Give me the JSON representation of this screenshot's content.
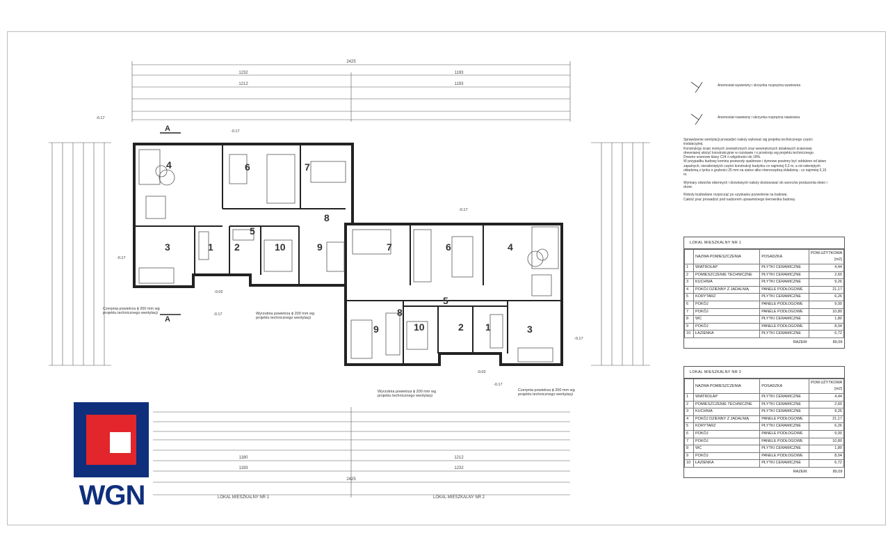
{
  "brand": {
    "logo_text": "WGN",
    "colors": {
      "navy": "#0f2f7c",
      "red": "#e2262b"
    }
  },
  "legend": [
    {
      "icon": "exhaust-anemostat-icon",
      "label": "Anemostat wywiewny i skrzynka rozprężna wywiewna"
    },
    {
      "icon": "supply-anemostat-icon",
      "label": "Anemostat nawiewny i skrzynka rozprężna nawiewna"
    }
  ],
  "notes": [
    "Sprawdzenie wentylacji prowadzić należy wykonać wg projektu technicznego części instalacyjnej.",
    "Konstrukcję ścian nośnych zewnętrznych oraz wewnętrznych działowych ścianowej drewnianej ułożyć konstrukcyjnie w rozstawie i o przekroju wg projektu technicznego.",
    "Drewno sosnowe klasy C24 o wilgotności do 18%.",
    "W przypadku budowy komina przewody spalinowe i dymowe powinny być oddalone od łatwo zapalnych, nieosłoniętych części konstrukcji budynku co najmniej 0,3 m, a od osłoniętych okładziną z tynku o grubości 25 mm na siatce albo równorzędną okładziną - co najmniej 0,15 m.",
    "Wymiary otworów okiennych i drzwiowych należy dostosować do wzorców producenta okien i drzwi.",
    "Roboty budowlane rozpocząć po uzyskaniu pozwolenia na budowę.",
    "Całość prac prowadzić pod nadzorem uprawnionego kierownika budowy."
  ],
  "tables": [
    {
      "title": "LOKAL MIESZKALNY NR 1",
      "headers": [
        "NAZWA POMIESZCZENIA",
        "POSADZKA",
        "POW.UŻYTKOWA [m2]"
      ],
      "rows": [
        [
          "1",
          "WIATROŁAP",
          "PŁYTKI CERAMICZNE",
          "4,44"
        ],
        [
          "2",
          "POMIESZCZENIE TECHNICZNE",
          "PŁYTKI CERAMICZNE",
          "2,60"
        ],
        [
          "3",
          "KUCHNIA",
          "PŁYTKI CERAMICZNE",
          "9,26"
        ],
        [
          "4",
          "POKÓJ DZIENNY Z JADALNIĄ",
          "PANELE PODŁOGOWE",
          "21,17"
        ],
        [
          "5",
          "KORYTARZ",
          "PŁYTKI CERAMICZNE",
          "6,26"
        ],
        [
          "6",
          "POKÓJ",
          "PANELE PODŁOGOWE",
          "9,00"
        ],
        [
          "7",
          "POKÓJ",
          "PANELE PODŁOGOWE",
          "10,80"
        ],
        [
          "8",
          "WC",
          "PŁYTKI CERAMICZNE",
          "1,80"
        ],
        [
          "9",
          "POKÓJ",
          "PANELE PODŁOGOWE",
          "8,04"
        ],
        [
          "10",
          "ŁAZIENKA",
          "PŁYTKI CERAMICZNE",
          "6,72"
        ]
      ],
      "total_label": "RAZEM:",
      "total_value": "80,09"
    },
    {
      "title": "LOKAL MIESZKALNY NR 2",
      "headers": [
        "NAZWA POMIESZCZENIA",
        "POSADZKA",
        "POW.UŻYTKOWA [m2]"
      ],
      "rows": [
        [
          "1",
          "WIATROŁAP",
          "PŁYTKI CERAMICZNE",
          "4,44"
        ],
        [
          "2",
          "POMIESZCZENIE TECHNICZNE",
          "PŁYTKI CERAMICZNE",
          "2,60"
        ],
        [
          "3",
          "KUCHNIA",
          "PŁYTKI CERAMICZNE",
          "9,26"
        ],
        [
          "4",
          "POKÓJ DZIENNY Z JADALNIĄ",
          "PANELE PODŁOGOWE",
          "21,17"
        ],
        [
          "5",
          "KORYTARZ",
          "PŁYTKI CERAMICZNE",
          "6,26"
        ],
        [
          "6",
          "POKÓJ",
          "PANELE PODŁOGOWE",
          "9,00"
        ],
        [
          "7",
          "POKÓJ",
          "PANELE PODŁOGOWE",
          "10,80"
        ],
        [
          "8",
          "WC",
          "PŁYTKI CERAMICZNE",
          "1,80"
        ],
        [
          "9",
          "POKÓJ",
          "PANELE PODŁOGOWE",
          "8,04"
        ],
        [
          "10",
          "ŁAZIENKA",
          "PŁYTKI CERAMICZNE",
          "6,72"
        ]
      ],
      "total_label": "RAZEM:",
      "total_value": "80,09"
    }
  ],
  "plan": {
    "section_mark": "A",
    "level_marks": [
      "-0.17",
      "-0.02"
    ],
    "unit_labels": [
      "LOKAL MIESZKALNY NR 1",
      "LOKAL MIESZKALNY NR 2"
    ],
    "top_dims": {
      "overall": "2425",
      "halves": [
        "1232",
        "1193"
      ],
      "halves2": [
        "1212",
        "1193"
      ]
    },
    "bottom_dims": {
      "overall": "2425",
      "halves": [
        "1180",
        "1212"
      ],
      "halves2": [
        "1193",
        "1232"
      ]
    },
    "captions": [
      "Czerpnia powietrza ϕ 200 mm wg projektu technicznego wentylacji",
      "Wyrzutnia powietrza ϕ 200 mm wg projektu technicznego wentylacji",
      "Wyrzutnia powietrza ϕ 200 mm wg projektu technicznego wentylacji",
      "Czerpnia powietrza ϕ 200 mm wg projektu technicznego wentylacji"
    ],
    "rooms_unit1": [
      "1",
      "2",
      "3",
      "4",
      "5",
      "6",
      "7",
      "8",
      "9",
      "10"
    ],
    "rooms_unit2": [
      "1",
      "2",
      "3",
      "4",
      "5",
      "6",
      "7",
      "8",
      "9",
      "10"
    ]
  }
}
